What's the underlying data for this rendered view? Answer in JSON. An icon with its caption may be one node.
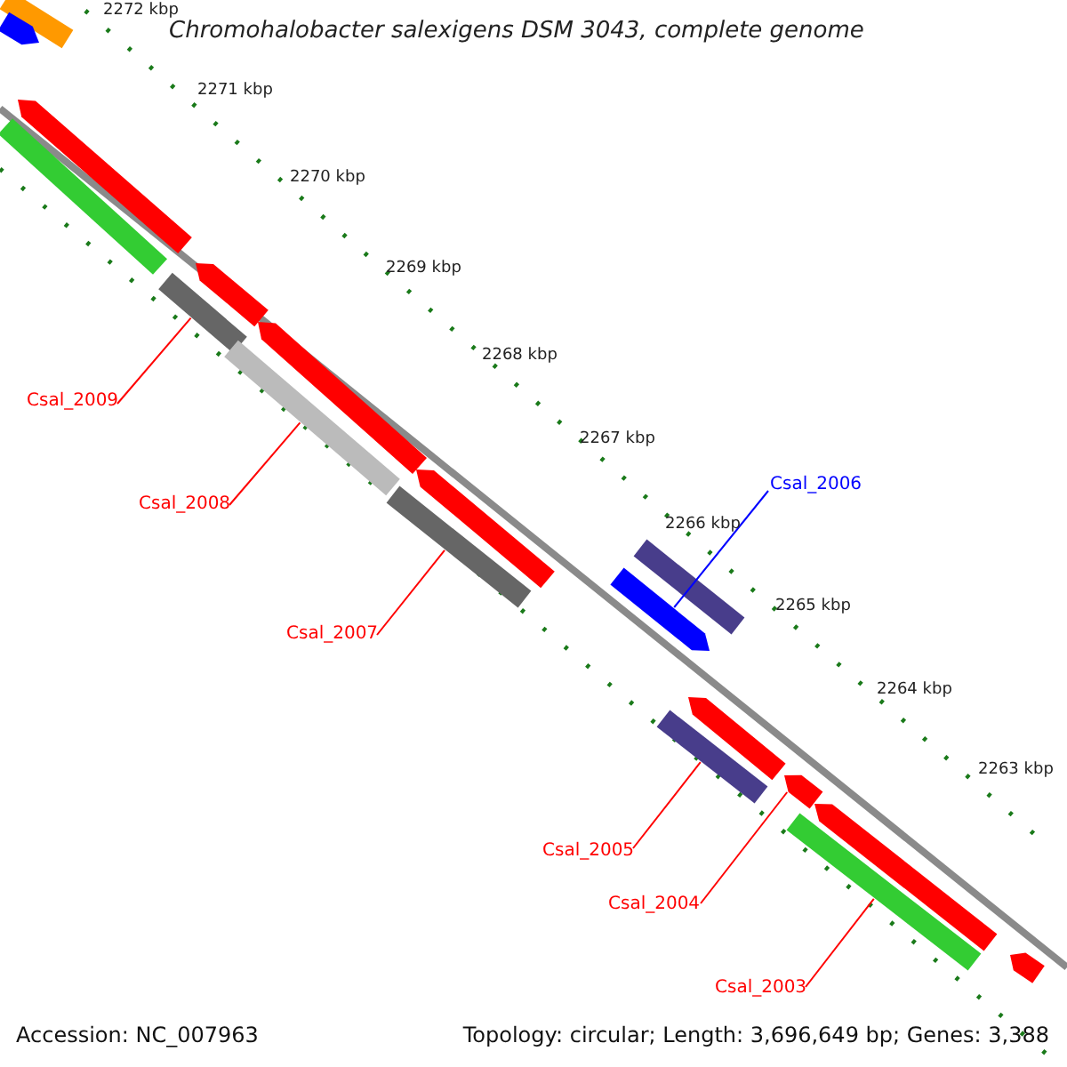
{
  "diagram": {
    "title": "Chromohalobacter salexigens DSM 3043, complete genome",
    "nodes": [
      {
        "text": [
          "Csal_2009"
        ]
      },
      {
        "text": [
          "Csal_2006"
        ]
      },
      {
        "text": [
          "Csal_2008"
        ]
      },
      {
        "text": [
          "Csal_2007"
        ]
      },
      {
        "text": [
          "Csal_2005"
        ]
      },
      {
        "text": [
          "Csal_2004"
        ]
      },
      {
        "text": [
          "Csal_2003"
        ]
      },
      {
        "text": [],
        "shape": "bar"
      },
      {
        "text": [],
        "shape": "arrow"
      },
      {
        "text": [],
        "shape": "bar"
      },
      {
        "text": [],
        "shape": "bar"
      },
      {
        "text": [],
        "shape": "bar"
      },
      {
        "text": [],
        "shape": "arrow"
      },
      {
        "text": [],
        "shape": "bar"
      },
      {
        "text": [],
        "shape": "bar"
      },
      {
        "text": [],
        "shape": "arrow"
      },
      {
        "text": [],
        "shape": "bar"
      },
      {
        "text": [],
        "shape": "arrow"
      },
      {
        "text": [],
        "shape": "arrow"
      },
      {
        "text": [],
        "shape": "arrow"
      },
      {
        "text": [],
        "shape": "arrow"
      },
      {
        "text": [],
        "shape": "bar"
      },
      {
        "text": [],
        "shape": "arrow"
      },
      {
        "text": [],
        "shape": "arrow"
      },
      {
        "text": [],
        "shape": "arrow"
      }
    ],
    "edges": [
      {
        "from": 0,
        "to": 7,
        "arrow": "none"
      },
      {
        "from": 1,
        "to": 8,
        "arrow": "none",
        "color": "#0000ff"
      },
      {
        "from": 2,
        "to": 9,
        "arrow": "none"
      },
      {
        "from": 3,
        "to": 10,
        "arrow": "none"
      },
      {
        "from": 4,
        "to": 11,
        "arrow": "none"
      },
      {
        "from": 5,
        "to": 12,
        "arrow": "none"
      },
      {
        "from": 6,
        "to": 13,
        "arrow": "none"
      }
    ],
    "labels": [
      "2272 kbp",
      "2271 kbp",
      "2270 kbp",
      "2269 kbp",
      "2268 kbp",
      "2267 kbp",
      "2266 kbp",
      "2265 kbp",
      "2264 kbp",
      "2263 kbp",
      "Accession: NC_007963",
      "Topology: circular; Length: 3,696,649 bp; Genes: 3,388"
    ]
  }
}
